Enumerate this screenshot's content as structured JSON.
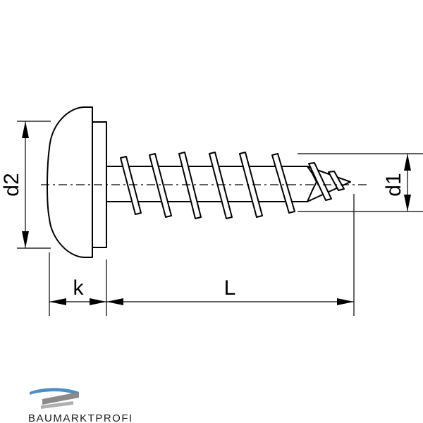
{
  "dimensions": {
    "head_diameter": "d2",
    "thread_diameter": "d1",
    "head_height": "k",
    "length": "L"
  },
  "logo": {
    "text": "BAUMARKTPROFI",
    "colors": {
      "swoosh": "#4a90c8",
      "roof": "#8a8a8a"
    }
  }
}
